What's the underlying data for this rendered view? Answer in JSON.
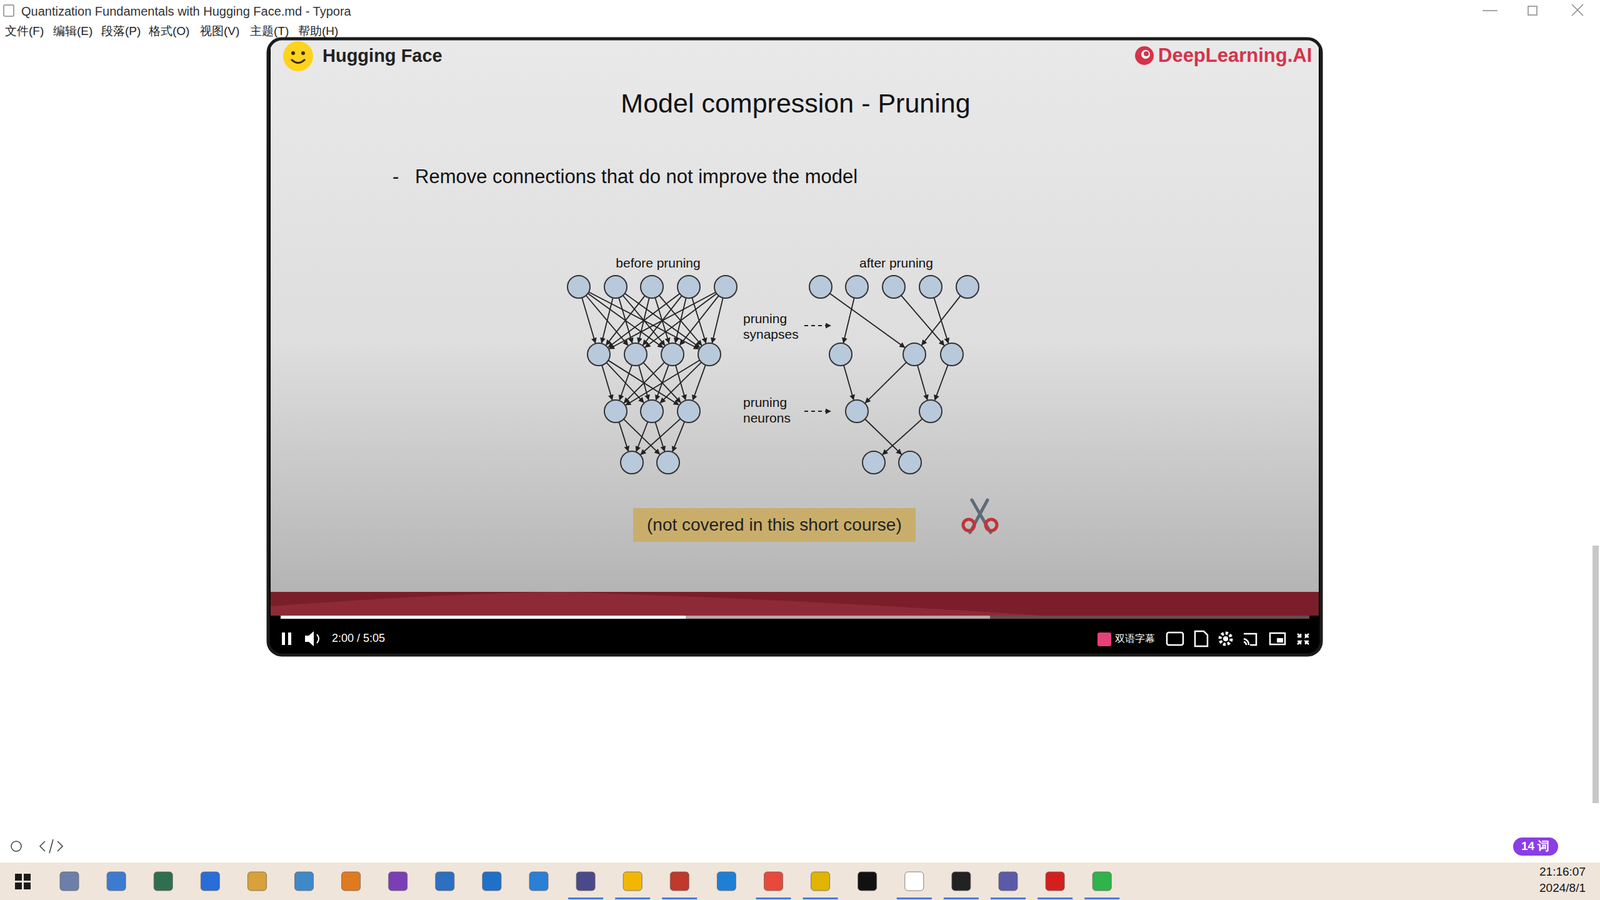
{
  "diagram": {
    "title": "Model compression - Pruning",
    "nodes": [
      {
        "text": [
          "(not covered in this short course)"
        ]
      },
      {
        "text": [
          "14 词"
        ]
      }
    ],
    "labels": [
      "Quantization Fundamentals with Hugging Face.md - Typora",
      "文件(F)",
      "编辑(E)",
      "段落(P)",
      "格式(O)",
      "视图(V)",
      "主题(T)",
      "帮助(H)",
      "Hugging Face",
      "DeepLearning.AI",
      "-",
      "Remove connections that do not improve the model",
      "before pruning",
      "after pruning",
      "pruning synapses",
      "pruning neurons",
      "2:00 / 5:05",
      "双语字幕",
      "21:16:07",
      "2024/8/1"
    ]
  }
}
